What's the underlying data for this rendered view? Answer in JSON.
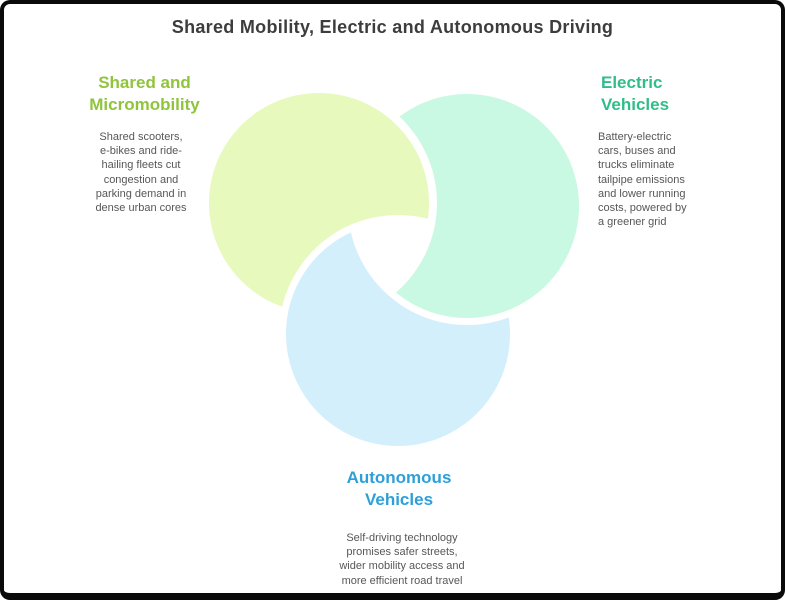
{
  "title": "Shared Mobility, Electric and Autonomous Driving",
  "colors": {
    "title_text": "#3d3d3d",
    "body_text": "#575757",
    "frame_border": "#0a0a0a",
    "background": "#ffffff",
    "center_hole": "#ffffff"
  },
  "sections": {
    "shared": {
      "label_lines": [
        "Shared and",
        "Micromobility"
      ],
      "label_color": "#8FC43C",
      "circle_color": "#E7F9BD",
      "description_lines": [
        "Shared scooters,",
        "e-bikes and ride-",
        "hailing fleets cut",
        "congestion and",
        "parking demand in",
        "dense urban cores"
      ]
    },
    "electric": {
      "label_lines": [
        "Electric",
        "Vehicles"
      ],
      "label_color": "#2FBE89",
      "circle_color": "#C9F9E3",
      "description_lines": [
        "Battery-electric",
        "cars, buses and",
        "trucks eliminate",
        "tailpipe emissions",
        "and lower running",
        "costs, powered by",
        "a greener grid"
      ]
    },
    "autonomous": {
      "label_lines": [
        "Autonomous",
        "Vehicles"
      ],
      "label_color": "#2F9FD8",
      "circle_color": "#D4EFFC",
      "description_lines": [
        "Self-driving technology",
        "promises safer streets,",
        "wider mobility access and",
        "more efficient road travel"
      ]
    }
  }
}
